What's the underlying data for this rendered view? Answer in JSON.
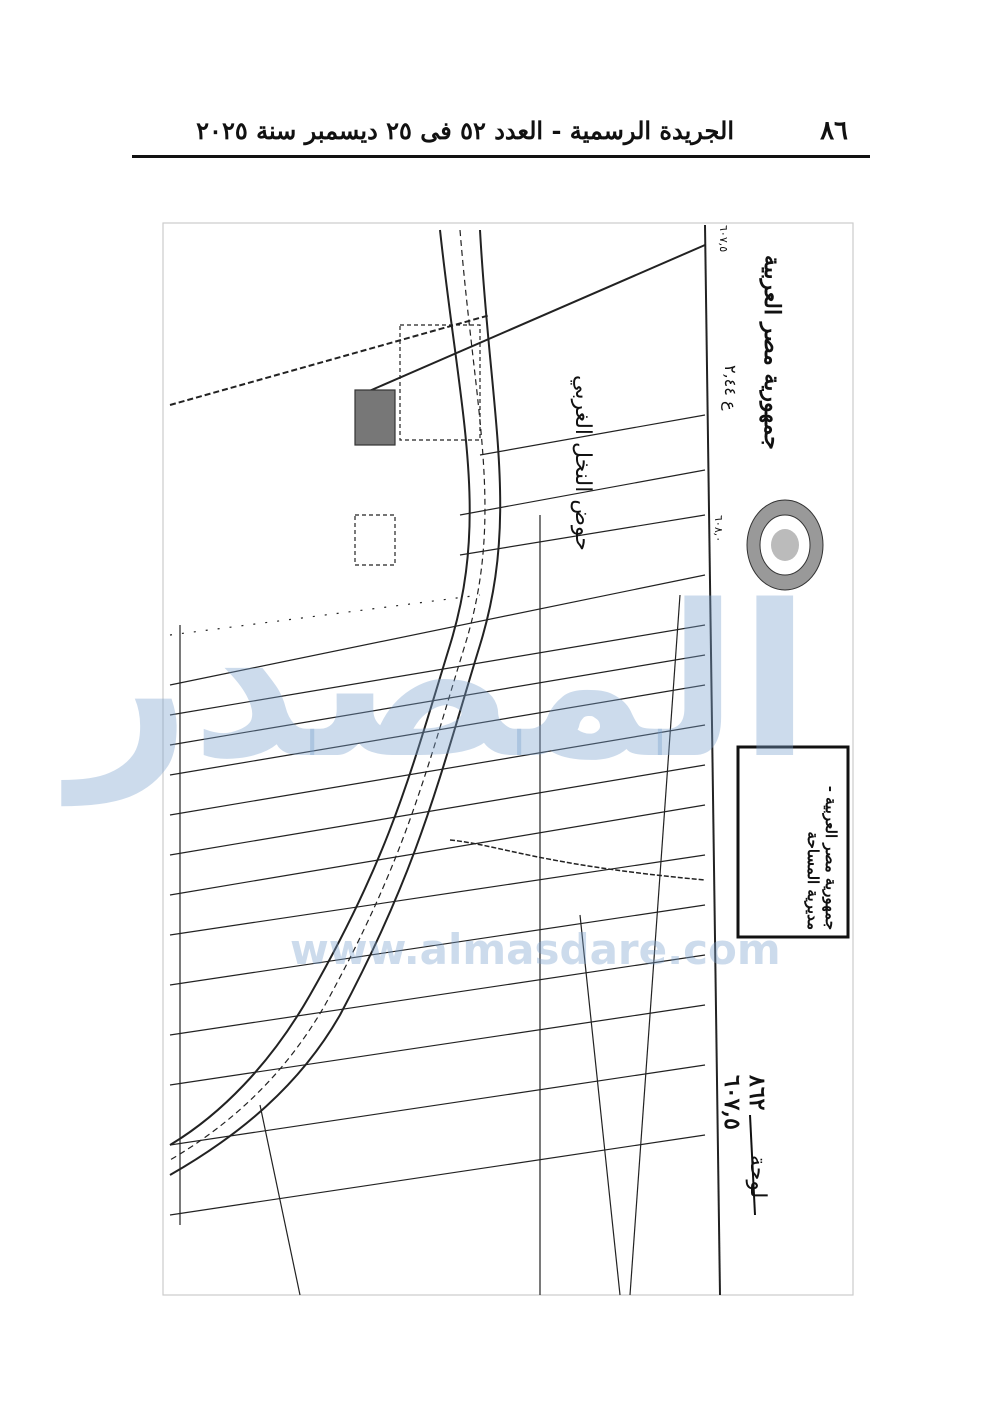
{
  "header": {
    "page_number": "٨٦",
    "title": "الجريدة الرسمية - العدد ٥٢ فى ٢٥ ديسمبر سنة ٢٠٢٥"
  },
  "map": {
    "country_heading": "جمهورية مصر العربية",
    "basin_label": "حوض النخل الغربي",
    "sheet_label": "لوحة",
    "sheet_number": "٨٦٢",
    "sheet_coordinate": "٦٠٧,٥",
    "handwritten_note": "ع ٢,٤٤",
    "grid_top": "٦٠٧,٥",
    "grid_mid": "٦٠٨,٠",
    "stamp_text": "جمهورية مصر العربية - مديرية المساحة"
  },
  "watermark": {
    "logo_text": "المصدر",
    "url": "www.almasdare.com"
  }
}
